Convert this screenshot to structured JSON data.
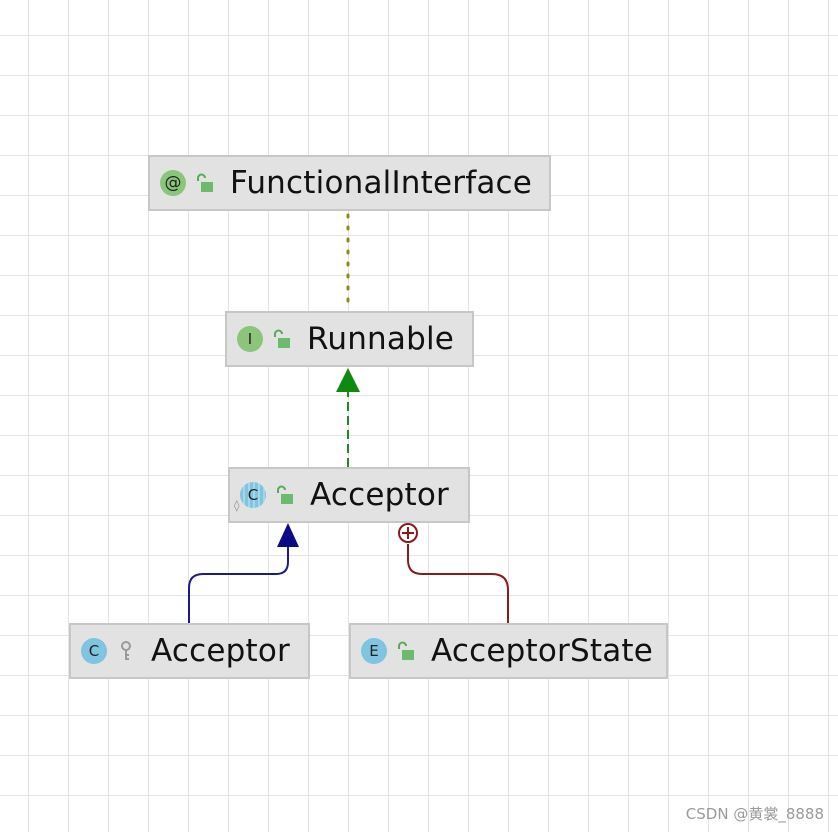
{
  "diagram": {
    "nodes": [
      {
        "id": "functional-interface",
        "name": "FunctionalInterface",
        "kind_glyph": "@",
        "kind_icon": "annotation-icon",
        "visibility_icon": "public-lock-icon"
      },
      {
        "id": "runnable",
        "name": "Runnable",
        "kind_glyph": "I",
        "kind_icon": "interface-icon",
        "visibility_icon": "public-lock-icon"
      },
      {
        "id": "acceptor-abstract",
        "name": "Acceptor",
        "kind_glyph": "C",
        "kind_icon": "abstract-class-icon",
        "visibility_icon": "public-lock-icon"
      },
      {
        "id": "acceptor-impl",
        "name": "Acceptor",
        "kind_glyph": "C",
        "kind_icon": "class-icon",
        "visibility_icon": "package-key-icon"
      },
      {
        "id": "acceptor-state",
        "name": "AcceptorState",
        "kind_glyph": "E",
        "kind_icon": "enum-icon",
        "visibility_icon": "public-lock-icon"
      }
    ],
    "edges": [
      {
        "from": "functional-interface",
        "to": "runnable",
        "type": "annotation",
        "color": "#8a8a1a"
      },
      {
        "from": "acceptor-abstract",
        "to": "runnable",
        "type": "implements",
        "color": "#1f8a1f"
      },
      {
        "from": "acceptor-impl",
        "to": "acceptor-abstract",
        "type": "extends",
        "color": "#1a1a8c"
      },
      {
        "from": "acceptor-state",
        "to": "acceptor-abstract",
        "type": "inner-class",
        "color": "#8c1a1a"
      }
    ],
    "colors": {
      "interface_badge": "#8bc57a",
      "class_badge": "#7fc4e0",
      "node_fill": "#e2e2e2"
    }
  },
  "watermark": "CSDN @黄裳_8888"
}
